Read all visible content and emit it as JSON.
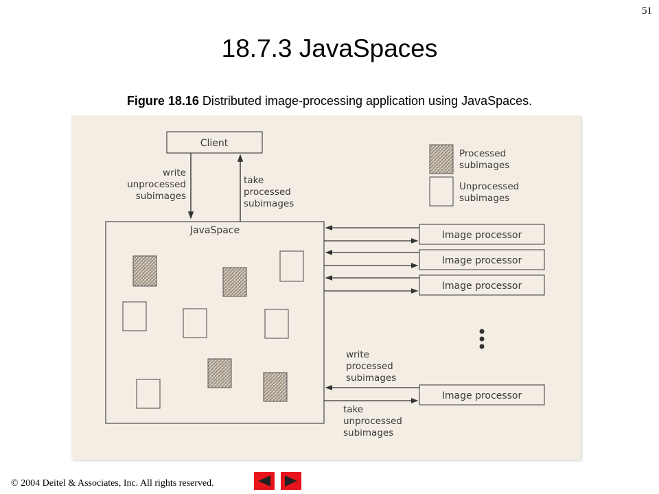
{
  "page_number": "51",
  "title": "18.7.3 JavaSpaces",
  "caption": {
    "label": "Figure 18.16",
    "text": " Distributed image-processing application using JavaSpaces."
  },
  "diagram": {
    "client_label": "Client",
    "javaspace_label": "JavaSpace",
    "write_unprocessed": [
      "write",
      "unprocessed",
      "subimages"
    ],
    "take_processed": [
      "take",
      "processed",
      "subimages"
    ],
    "legend": {
      "processed": [
        "Processed",
        "subimages"
      ],
      "unprocessed": [
        "Unprocessed",
        "subimages"
      ]
    },
    "processors": [
      "Image processor",
      "Image processor",
      "Image processor",
      "Image processor"
    ],
    "write_processed": [
      "write",
      "processed",
      "subimages"
    ],
    "take_unprocessed": [
      "take",
      "unprocessed",
      "subimages"
    ]
  },
  "footer": "© 2004 Deitel & Associates, Inc.  All rights reserved.",
  "colors": {
    "nav_red": "#e8141b",
    "diagram_bg": "#f3ede4",
    "hatch": "#8a7f72"
  }
}
